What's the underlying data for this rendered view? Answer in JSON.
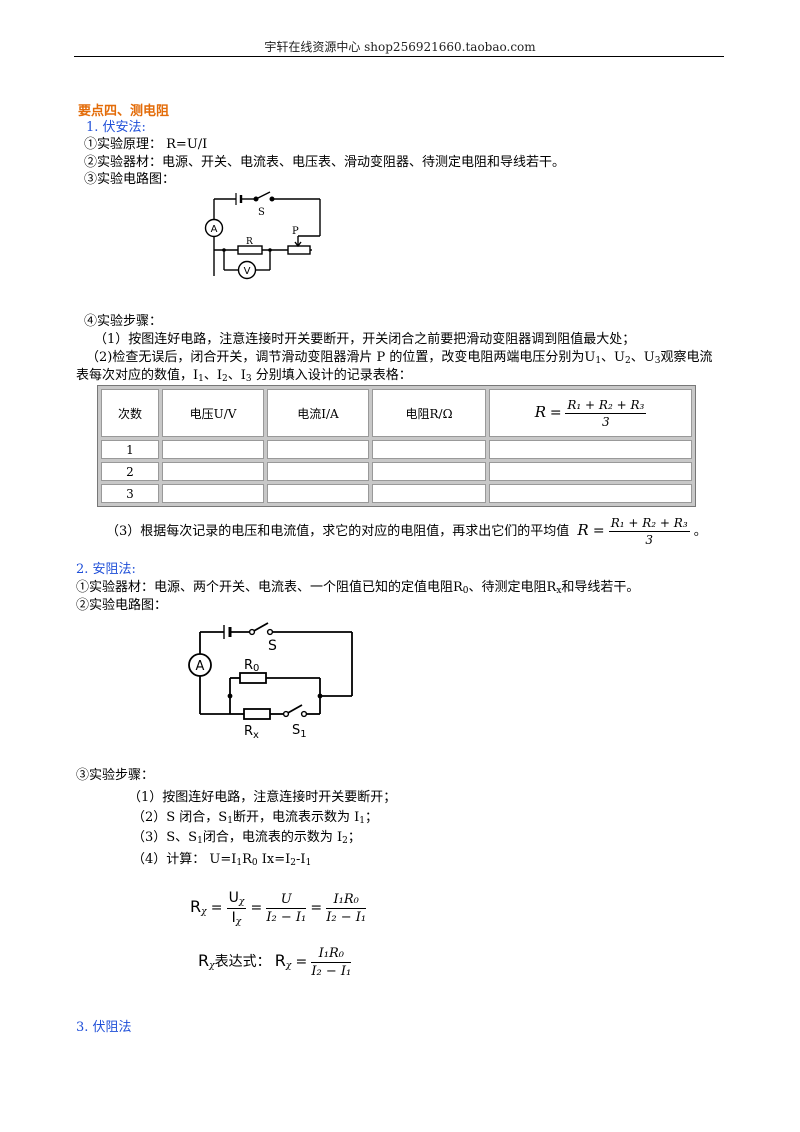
{
  "header": {
    "text": "宇轩在线资源中心   shop256921660.taobao.com"
  },
  "section": {
    "title": "要点四、测电阻"
  },
  "method1": {
    "title": "1. 伏安法:",
    "principle": "①实验原理： R=U/I",
    "equipment": "②实验器材：电源、开关、电流表、电压表、滑动变阻器、待测定电阻和导线若干。",
    "diagram_label": "③实验电路图：",
    "circuit": {
      "switch": "S",
      "ammeter": "A",
      "resistor": "R",
      "rheostat": "P",
      "voltmeter": "V"
    },
    "steps_label": "④实验步骤：",
    "step1": "（1）按图连好电路，注意连接时开关要断开，开关闭合之前要把滑动变阻器调到阻值最大处；",
    "step2_a": "（2)检查无误后，闭合开关，调节滑动变阻器滑片 P 的位置，改变电阻两端电压分别为U",
    "step2_b": "、U",
    "step2_c": "、U",
    "step2_d": "观察电流",
    "step2_line2_a": "表每次对应的数值，I",
    "step2_line2_b": "、I",
    "step2_line2_c": "、I",
    "step2_line2_d": " 分别填入设计的记录表格：",
    "sub1": "1",
    "sub2": "2",
    "sub3": "3",
    "table": {
      "headers": [
        "次数",
        "电压U/V",
        "电流I/A",
        "电阻R/Ω"
      ],
      "rows": [
        "1",
        "2",
        "3"
      ]
    },
    "formula": {
      "lhs": "R",
      "eq": "=",
      "num": "R₁ + R₂ + R₃",
      "den": "3"
    },
    "step3": "（3）根据每次记录的电压和电流值，求它的对应的电阻值，再求出它们的平均值",
    "step3_end": "。"
  },
  "method2": {
    "title": "2. 安阻法:",
    "equipment_a": "①实验器材：电源、两个开关、电流表、一个阻值已知的定值电阻R",
    "equipment_b": "、待测定电阻R",
    "equipment_c": "和导线若干。",
    "sub0": "0",
    "subx": "x",
    "diagram_label": "②实验电路图：",
    "circuit": {
      "switch": "S",
      "ammeter": "A",
      "r0": "R",
      "r0_sub": "0",
      "rx": "R",
      "rx_sub": "x",
      "switch1": "S",
      "switch1_sub": "1"
    },
    "steps_label": "③实验步骤：",
    "step1": "（1）按图连好电路，注意连接时开关要断开；",
    "step2_a": "（2）S 闭合，S",
    "step2_b": "断开，电流表示数为 I",
    "step2_c": "；",
    "step3_a": "（3）S、S",
    "step3_b": "闭合，电流表的示数为 I",
    "step3_c": "；",
    "step4_a": "（4）计算： U=I",
    "step4_b": "R",
    "step4_c": "    Ix=I",
    "step4_d": "-I",
    "f1": {
      "lhs": "R",
      "lhs_sub": "χ",
      "u": "U",
      "u_sub": "χ",
      "i": "I",
      "i_sub": "χ",
      "u2": "U",
      "den2": "I₂ − I₁",
      "num3": "I₁R₀",
      "den3": "I₂ − I₁"
    },
    "f2": {
      "lhs": "R",
      "lhs_sub": "χ",
      "label": "表达式：",
      "r": "R",
      "r_sub": "χ",
      "num": "I₁R₀",
      "den": "I₂ − I₁"
    }
  },
  "method3": {
    "title": "3. 伏阻法"
  }
}
